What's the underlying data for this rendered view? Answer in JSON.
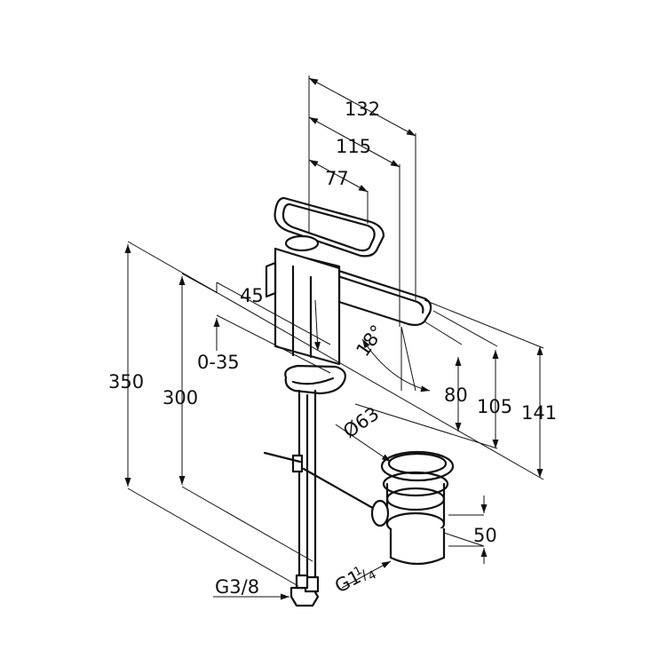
{
  "dimensions": {
    "d132": "132",
    "d115": "115",
    "d77": "77",
    "d45": "45",
    "d0_35": "0-35",
    "d350": "350",
    "d300": "300",
    "d80": "80",
    "d105": "105",
    "d141": "141",
    "angle": "18°",
    "dia63": "Ø63",
    "d50": "50",
    "thread_g38": "G3/8",
    "thread_g114_prefix": "G1",
    "thread_g114_num": "1",
    "thread_g114_den": "4"
  }
}
